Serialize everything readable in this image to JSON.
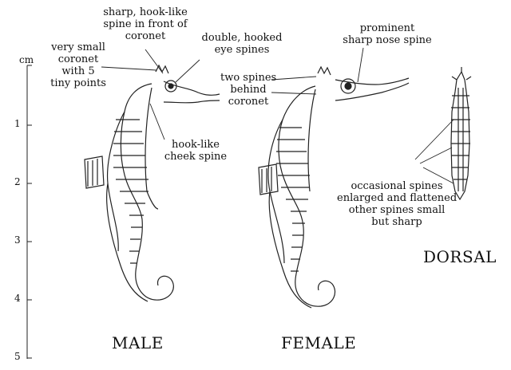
{
  "scale": {
    "unit": "cm",
    "ticks": [
      "1",
      "2",
      "3",
      "4",
      "5"
    ]
  },
  "labels": {
    "male": "MALE",
    "female": "FEMALE",
    "dorsal": "DORSAL"
  },
  "annotations": {
    "coronet_small": [
      "very small",
      "coronet",
      "with 5",
      "tiny points"
    ],
    "hook_spine_front": [
      "sharp, hook-like",
      "spine in front of",
      "coronet"
    ],
    "eye_spines": [
      "double, hooked",
      "eye spines"
    ],
    "cheek_spine": [
      "hook-like",
      "cheek spine"
    ],
    "nose_spine": [
      "prominent",
      "sharp nose spine"
    ],
    "spines_behind": [
      "two spines",
      "behind",
      "coronet"
    ],
    "dorsal_spines": [
      "occasional spines",
      "enlarged and flattened",
      "other spines small",
      "but sharp"
    ]
  }
}
